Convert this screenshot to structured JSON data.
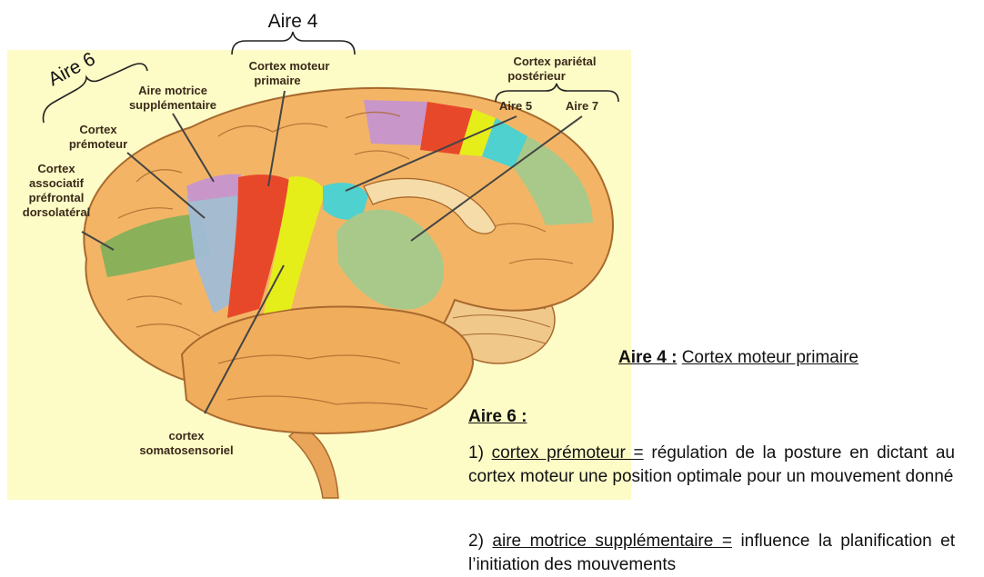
{
  "diagram": {
    "brace_labels": {
      "aire4": "Aire 4",
      "aire6": "Aire 6",
      "parietal_line1": "Cortex pariétal",
      "parietal_line2": "postérieur"
    },
    "region_labels": {
      "moteur_line1": "Cortex moteur",
      "moteur_line2": "primaire",
      "sma_line1": "Aire motrice",
      "sma_line2": "supplémentaire",
      "premoteur_line1": "Cortex",
      "premoteur_line2": "prémoteur",
      "prefrontal_line1": "Cortex",
      "prefrontal_line2": "associatif",
      "prefrontal_line3": "préfrontal",
      "prefrontal_line4": "dorsolatéral",
      "aire5": "Aire 5",
      "aire7": "Aire 7",
      "somato_line1": "cortex",
      "somato_line2": "somatosensoriel"
    },
    "colors": {
      "background": "#fdfbc6",
      "brain": "#f3b565",
      "motor": "#e8482a",
      "somato": "#e6ee1a",
      "premotor": "#9fbcd6",
      "prefrontal": "#84b05a",
      "sma": "#c996c9",
      "area5": "#4fd1cf",
      "area7": "#a9c98a"
    }
  },
  "notes": {
    "aire4_title": "Aire 4 :",
    "aire4_text": "Cortex moteur primaire",
    "aire6_title": "Aire 6 :",
    "item1_num": "1)",
    "item1_term": "cortex prémoteur =",
    "item1_desc": "régulation de la posture en dictant au cortex moteur une position optimale pour un mouvement donné",
    "item2_num": "2)",
    "item2_term": "aire motrice supplémentaire =",
    "item2_desc": "influence la planification et l’initiation des mouvements"
  }
}
